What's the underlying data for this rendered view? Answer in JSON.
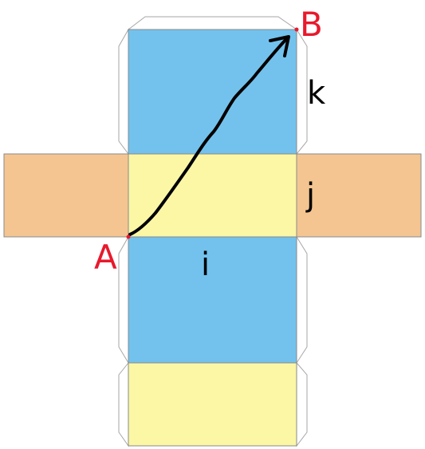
{
  "labels": {
    "start_point": "A",
    "end_point": "B",
    "dim_k": "k",
    "dim_j": "j",
    "dim_i": "i"
  },
  "colors": {
    "blue_face": "#73c2ed",
    "yellow_face": "#fbf7a5",
    "orange_face": "#f4c591",
    "point_labels": "#e8192c",
    "path": "#000000",
    "tabs_stroke": "#a6a6a6",
    "face_stroke": "#8a8a8a"
  }
}
